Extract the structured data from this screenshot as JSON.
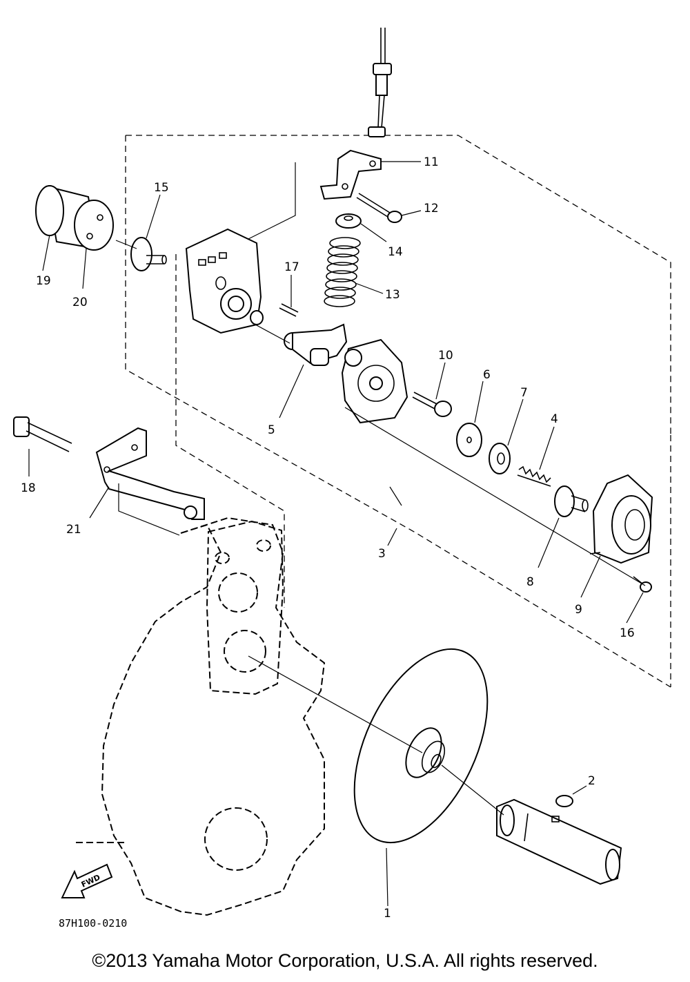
{
  "diagram": {
    "drawing_code": "87H100-0210",
    "fwd_label": "FWD",
    "callouts": [
      "1",
      "2",
      "3",
      "4",
      "5",
      "6",
      "7",
      "8",
      "9",
      "10",
      "11",
      "12",
      "13",
      "14",
      "15",
      "16",
      "17",
      "18",
      "19",
      "20",
      "21"
    ]
  },
  "footer": {
    "copyright": "©2013 Yamaha Motor Corporation, U.S.A. All rights reserved."
  },
  "colors": {
    "ink": "#000000",
    "paper": "#ffffff"
  },
  "icons": [
    "fwd-arrow-icon"
  ]
}
